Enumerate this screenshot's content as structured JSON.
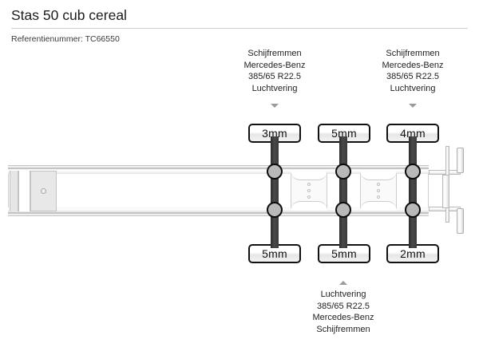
{
  "header": {
    "title": "Stas 50 cub cereal",
    "reference": "Referentienummer: TC66550"
  },
  "diagram": {
    "top_captions": [
      {
        "line1": "Schijfremmen",
        "line2": "Mercedes-Benz",
        "line3": "385/65 R22.5",
        "line4": "Luchtvering"
      },
      {
        "line1": "Schijfremmen",
        "line2": "Mercedes-Benz",
        "line3": "385/65 R22.5",
        "line4": "Luchtvering"
      }
    ],
    "bottom_caption": {
      "line1": "Luchtvering",
      "line2": "385/65 R22.5",
      "line3": "Mercedes-Benz",
      "line4": "Schijfremmen"
    },
    "tread_top": [
      "3mm",
      "5mm",
      "4mm"
    ],
    "tread_bottom": [
      "5mm",
      "5mm",
      "2mm"
    ],
    "colors": {
      "axle": "#3a3a3a",
      "hub": "#b9b9b9",
      "hub_outline": "#0d0d0d",
      "rail": "#e2e2e2",
      "caret": "#9b9b9b",
      "rule": "#d0d0d0",
      "text": "#1c1c1c"
    }
  }
}
